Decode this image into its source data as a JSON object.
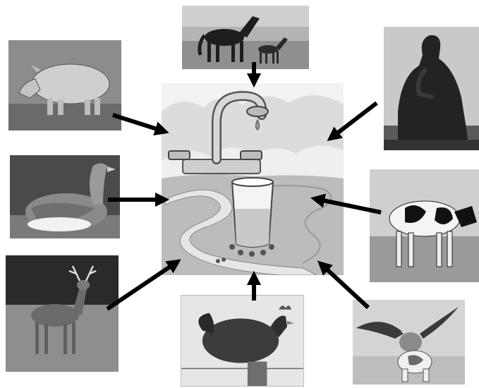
{
  "scene": {
    "center": {
      "icon": "faucet-dripping-into-water-glass-icon"
    },
    "surrounding_images": [
      {
        "name": "horses-photo",
        "icon": "horse-and-foal-icon"
      },
      {
        "name": "thinker-statue-photo",
        "icon": "thinker-statue-icon"
      },
      {
        "name": "cow-photo",
        "icon": "cow-icon"
      },
      {
        "name": "basset-hound-photo",
        "icon": "dog-flying-ears-icon"
      },
      {
        "name": "rooster-photo",
        "icon": "rooster-icon"
      },
      {
        "name": "deer-photo",
        "icon": "deer-icon"
      },
      {
        "name": "goose-photo",
        "icon": "goose-icon"
      },
      {
        "name": "pig-photo",
        "icon": "pig-icon"
      }
    ],
    "colors": {
      "arrow": "#000000",
      "background": "#ffffff"
    }
  }
}
